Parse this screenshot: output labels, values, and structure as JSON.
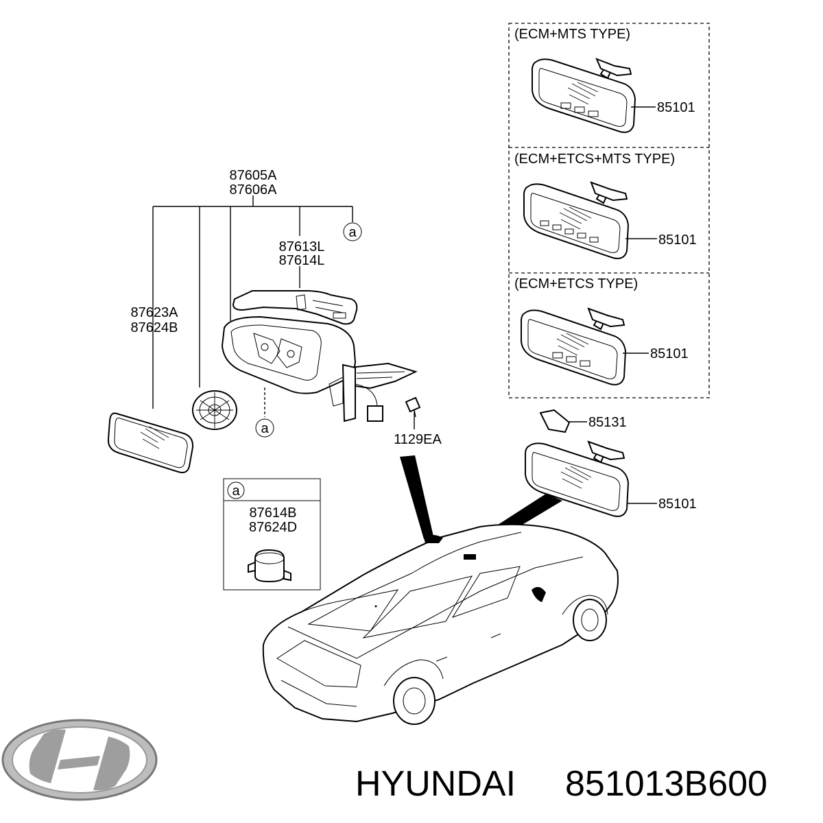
{
  "callouts": {
    "assy_l1": "87605A",
    "assy_l2": "87606A",
    "cover_l1": "87613L",
    "cover_l2": "87614L",
    "glass_l1": "87623A",
    "glass_l2": "87624B",
    "bolt": "1129EA",
    "ref_a": "a"
  },
  "detail_box": {
    "ref": "a",
    "part_l1": "87614B",
    "part_l2": "87624D"
  },
  "variants": [
    {
      "title": "(ECM+MTS TYPE)",
      "part": "85101"
    },
    {
      "title": "(ECM+ETCS+MTS TYPE)",
      "part": "85101"
    },
    {
      "title": "(ECM+ETCS TYPE)",
      "part": "85101"
    }
  ],
  "standard": {
    "cover_part": "85131",
    "mirror_part": "85101"
  },
  "brand": {
    "name": "HYUNDAI",
    "part_number": "851013B600",
    "logo": "hyundai-logo"
  }
}
